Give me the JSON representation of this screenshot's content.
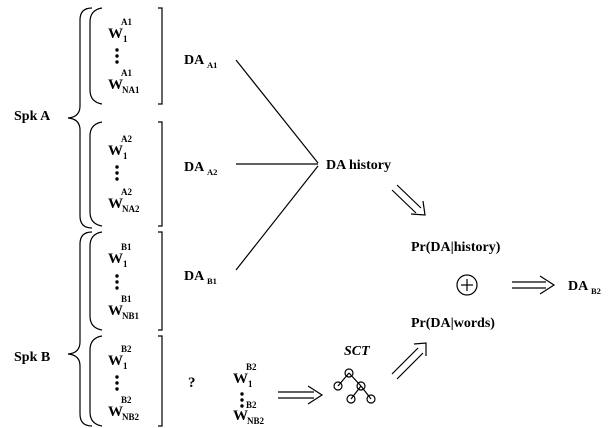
{
  "word_symbol": "W",
  "speaker_a": {
    "label": "Spk A",
    "utterances": [
      {
        "first_sup": "A1",
        "first_sub": "1",
        "last_sup": "A1",
        "last_sub": "NA1",
        "da": "DA",
        "da_sub": "A1"
      },
      {
        "first_sup": "A2",
        "first_sub": "1",
        "last_sup": "A2",
        "last_sub": "NA2",
        "da": "DA",
        "da_sub": "A2"
      }
    ]
  },
  "speaker_b": {
    "label": "Spk B",
    "utterances": [
      {
        "first_sup": "B1",
        "first_sub": "1",
        "last_sup": "B1",
        "last_sub": "NB1",
        "da": "DA",
        "da_sub": "B1"
      },
      {
        "first_sup": "B2",
        "first_sub": "1",
        "last_sup": "B2",
        "last_sub": "NB2",
        "da": "?",
        "da_sub": ""
      }
    ]
  },
  "current_words": {
    "first_sup": "B2",
    "first_sub": "1",
    "last_sup": "B2",
    "last_sub": "NB2"
  },
  "da_history_label": "DA history",
  "sct_label": "SCT",
  "pr_history_label": "Pr(DA|history)",
  "pr_words_label": "Pr(DA|words)",
  "combine_symbol": "+",
  "output": {
    "da": "DA",
    "da_sub": "B2"
  }
}
